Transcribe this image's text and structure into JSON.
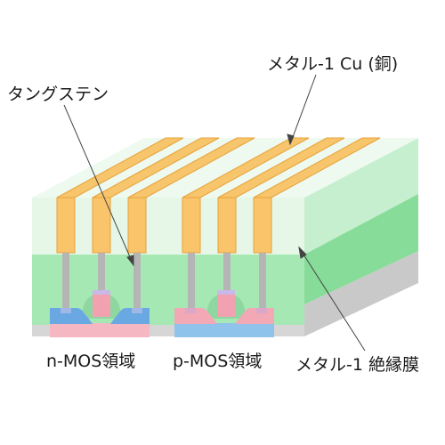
{
  "labels": {
    "metal1_cu": "メタル-1 Cu (銅)",
    "tungsten": "タングステン",
    "nmos_region": "n-MOS領域",
    "pmos_region": "p-MOS領域",
    "metal1_insulator": "メタル-1 絶縁膜"
  },
  "colors": {
    "insulator_light": "#e6f7e8",
    "insulator_front": "#99e3a8",
    "insulator_side_dark": "#7ed48f",
    "copper_line": "#f7c56c",
    "copper_edge": "#e8a23a",
    "tungsten_plug": "#b5b5b5",
    "n_type_region": "#6aa8e4",
    "p_type_region": "#f2a8b5"
  }
}
